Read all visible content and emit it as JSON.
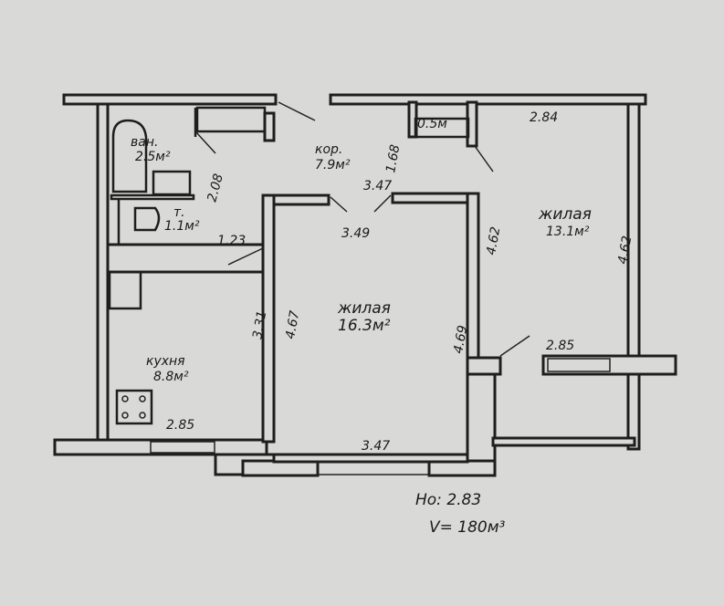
{
  "rooms": {
    "bath": {
      "name": "ван.",
      "area": "2.5м²"
    },
    "toilet": {
      "name": "т.",
      "area": "1.1м²"
    },
    "corridor": {
      "name": "кор.",
      "area": "7.9м²"
    },
    "living_right": {
      "name": "жилая",
      "area": "13.1м²"
    },
    "living_center": {
      "name": "жилая",
      "area": "16.3м²"
    },
    "kitchen": {
      "name": "кухня",
      "area": "8.8м²"
    },
    "closet": {
      "area": "0.5м"
    }
  },
  "dimensions": {
    "d_2_08": "2.08",
    "d_1_23": "1.23",
    "d_1_68": "1.68",
    "d_3_47_top": "3.47",
    "d_3_49": "3.49",
    "d_2_84": "2.84",
    "d_4_62_left": "4.62",
    "d_4_62_right": "4.62",
    "d_3_31": "3.31",
    "d_4_67": "4.67",
    "d_4_69": "4.69",
    "d_2_85_right": "2.85",
    "d_2_85_kitchen": "2.85",
    "d_3_47_bottom": "3.47"
  },
  "notes": {
    "height": "Ho: 2.83",
    "volume": "V= 180м³"
  }
}
